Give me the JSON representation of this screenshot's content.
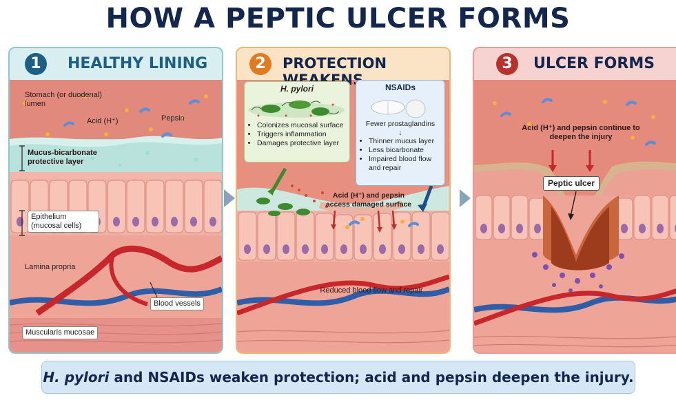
{
  "title": "HOW A PEPTIC ULCER FORMS",
  "panel1": {
    "number": "1",
    "heading": "HEALTHY LINING",
    "labels": {
      "lumen": "Stomach (or duodenal) lumen",
      "acid": "Acid (H⁺)",
      "pepsin": "Pepsin",
      "mucus": "Mucus-bicarbonate protective layer",
      "epithelium": "Epithelium (mucosal cells)",
      "lamina": "Lamina propria",
      "vessels": "Blood vessels",
      "muscularis": "Muscularis mucosae"
    }
  },
  "panel2": {
    "number": "2",
    "heading": "PROTECTION WEAKENS",
    "hpylori": {
      "title": "H. pylori",
      "items": [
        "Colonizes mucosal surface",
        "Triggers inflammation",
        "Damages protective layer"
      ]
    },
    "nsaids": {
      "title": "NSAIDs",
      "subtitle": "Fewer prostaglandins",
      "items": [
        "Thinner mucus layer",
        "Less bicarbonate",
        "Impaired blood flow and repair"
      ]
    },
    "labels": {
      "acid": "Acid (H⁺) and pepsin access damaged surface",
      "blood": "Reduced blood flow and repair"
    }
  },
  "panel3": {
    "number": "3",
    "heading": "ULCER FORMS",
    "labels": {
      "acid": "Acid (H⁺) and pepsin continue to deepen the injury",
      "ulcer": "Peptic ulcer"
    }
  },
  "banner": {
    "em": "H. pylori",
    "rest": " and NSAIDs weaken protection; acid and pepsin deepen the injury."
  },
  "colors": {
    "panel1": "#1d5f87",
    "panel2": "#e07b1f",
    "panel3": "#b8322d",
    "title": "#13264d"
  }
}
